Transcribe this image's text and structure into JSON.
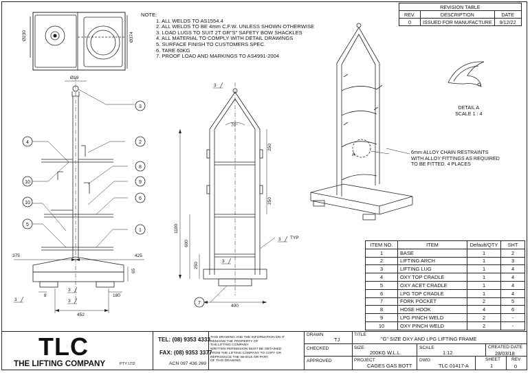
{
  "notes": {
    "title": "NOTE:",
    "items": [
      "1. ALL WELDS TO AS1554.4",
      "2. ALL WELDS TO BE 4mm C.F.W. UNLESS SHOWN OTHERWISE",
      "3. LOAD LUGS TO SUIT 2T GR\"S\" SAFETY BOW SHACKLES",
      "4. ALL MATERIAL TO COMPLY WITH DETAIL DRAWINGS",
      "5. SURFACE FINISH TO CUSTOMERS SPEC.",
      "6. TARE 60KG",
      "7. PROOF LOAD AND MARKINGS TO AS4991-2004"
    ]
  },
  "revision_table": {
    "title": "REVISION TABLE",
    "headers": [
      "REV.",
      "DESCRIPTION",
      "DATE"
    ],
    "rows": [
      [
        "0",
        "ISSUED FOR MANUFACTURE",
        "9/12/22"
      ]
    ]
  },
  "bom": {
    "headers": [
      "ITEM NO.",
      "ITEM",
      "Default/QTY",
      "SHT"
    ],
    "rows": [
      [
        "1",
        "BASE",
        "1",
        "2"
      ],
      [
        "2",
        "LIFTING ARCH",
        "1",
        "3"
      ],
      [
        "3",
        "LIFTING LUG",
        "1",
        "4"
      ],
      [
        "4",
        "OXY TOP CRADLE",
        "1",
        "4"
      ],
      [
        "5",
        "OXY ACET CRADLE",
        "1",
        "4"
      ],
      [
        "6",
        "LPG TOP CRADLE",
        "1",
        "4"
      ],
      [
        "7",
        "FORK POCKET",
        "2",
        "5"
      ],
      [
        "8",
        "HOSE HOOK",
        "4",
        "6"
      ],
      [
        "9",
        "LPG PINCH WELD",
        "2",
        "-"
      ],
      [
        "10",
        "OXY PINCH WELD",
        "2",
        "-"
      ]
    ]
  },
  "detail": {
    "title": "DETAIL A",
    "scale": "SCALE 1 : 4",
    "callout": "A",
    "chain_note": [
      "6mm ALLOY CHAIN RESTRAINTS",
      "WITH ALLOY FITTINGS AS REQUIRED",
      "TO BE FITTED. 4 PLACES"
    ]
  },
  "dims": {
    "dia230": "Ø230",
    "dia374": "Ø374",
    "dia19": "Ø19",
    "d375": "375",
    "d425": "425",
    "d65": "65",
    "d8": "8",
    "d180": "180",
    "d452": "452",
    "d1100": "1100",
    "d600": "600",
    "d250a": "250",
    "d250b": "250",
    "d250c": "250",
    "d400": "400",
    "angle": "70°",
    "weld": "3",
    "typ": "TYP"
  },
  "balloons": [
    "3",
    "4",
    "2",
    "8",
    "10",
    "9",
    "6",
    "10",
    "5",
    "1",
    "7"
  ],
  "title_block": {
    "company_short": "TLC",
    "company_name": "THE LIFTING COMPANY",
    "pty": "PTY LTD",
    "tel": "TEL: (08) 9353 4333",
    "fax": "FAX: (08) 9353 3377",
    "acn": "ACN 097 438 269",
    "copyright": [
      "THIS DRAWING AND THE INFORMATION ON IT",
      "REMAINS THE PROPERTY OF",
      "THE LIFTING COMPANY.",
      "WRITTEN PERMISSION MUST BE OBTAINED",
      "FROM THE LIFTING COMPANY TO COPY OR",
      "REPRODUCE THE WHOLE OR PART",
      "OF THIS DRAWING."
    ],
    "drawn_label": "DRAWN",
    "drawn_value": "TJ",
    "checked_label": "CHECKED",
    "approved_label": "APPROVED",
    "title_label": "TITLE",
    "title_value": "\"G\" SIZE OXY AND LPG LIFTING FRAME",
    "size_label": "SIZE",
    "size_value": "200KG W.L.L.",
    "scale_label": "SCALE",
    "scale_value": "1:12",
    "created_label": "CREATED DATE",
    "created_value": "28/03/18",
    "project_label": "PROJECT",
    "project_value": "CAGES GAS BOTT",
    "dwg_label": "DWG",
    "dwg_value": "TLC 01417-A",
    "sheet_label": "SHEET",
    "sheet_value": "1",
    "rev_label": "REV",
    "rev_value": "0"
  }
}
